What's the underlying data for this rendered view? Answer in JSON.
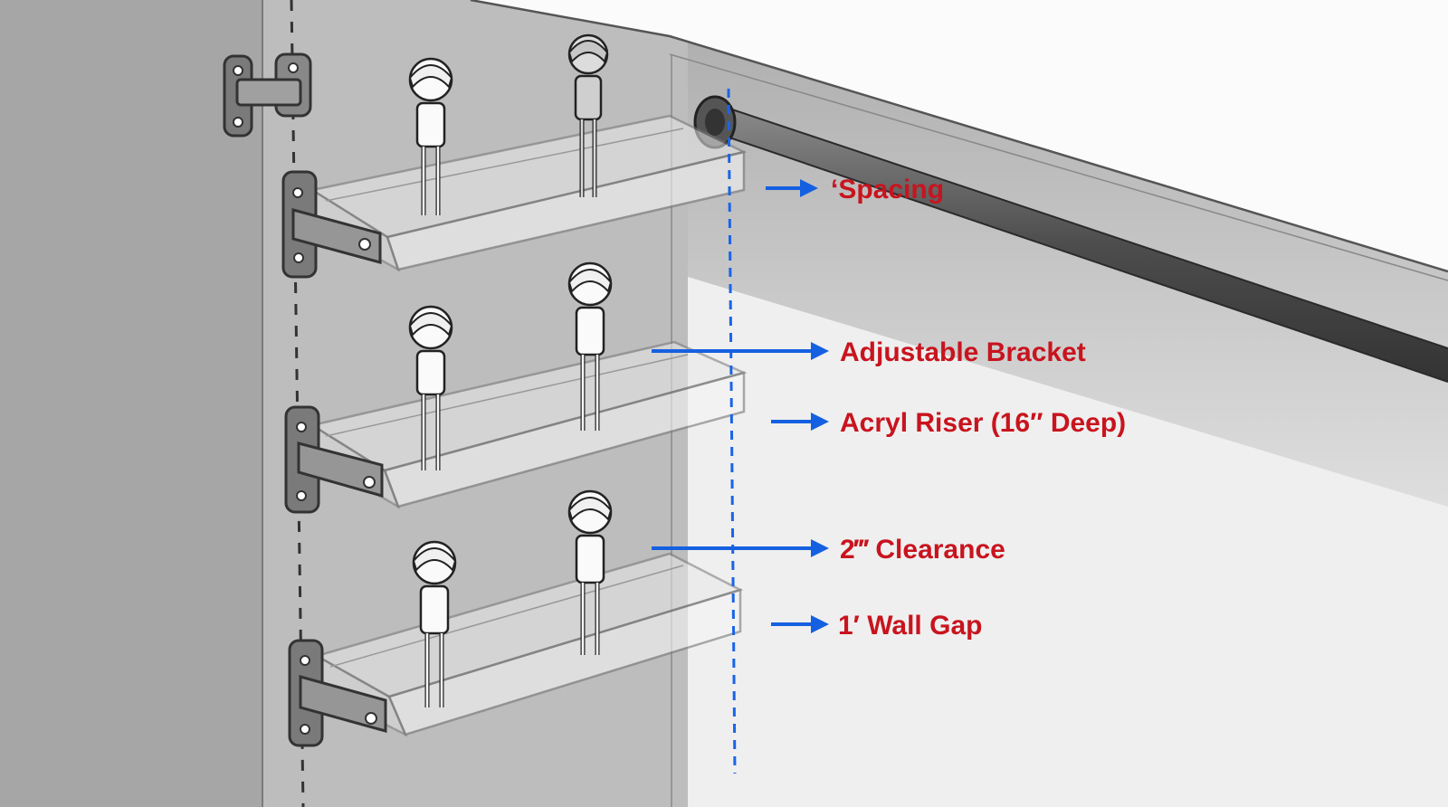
{
  "colors": {
    "label_red": "#c8141e",
    "arrow_blue": "#1560e0",
    "guide_blue": "#1a64e8",
    "wall_dark": "#a2a2a2",
    "wall_mid": "#bdbdbd",
    "wall_light": "#efefef",
    "ceiling": "#fbfbfb",
    "rod": "#555555",
    "bracket": "#6e6e6e",
    "acrylic_edge": "#8c8c8c"
  },
  "callouts": {
    "spacing": "‘Spacing",
    "adjustable_bracket": "Adjustable Bracket",
    "acryl_riser": "Acryl Riser (16″ Deep)",
    "clearance": "2‴ Clearance",
    "wall_gap": "1′ Wall Gap"
  },
  "figure_counts": {
    "top_shelf": 2,
    "middle_shelf": 2,
    "bottom_shelf": 2
  }
}
